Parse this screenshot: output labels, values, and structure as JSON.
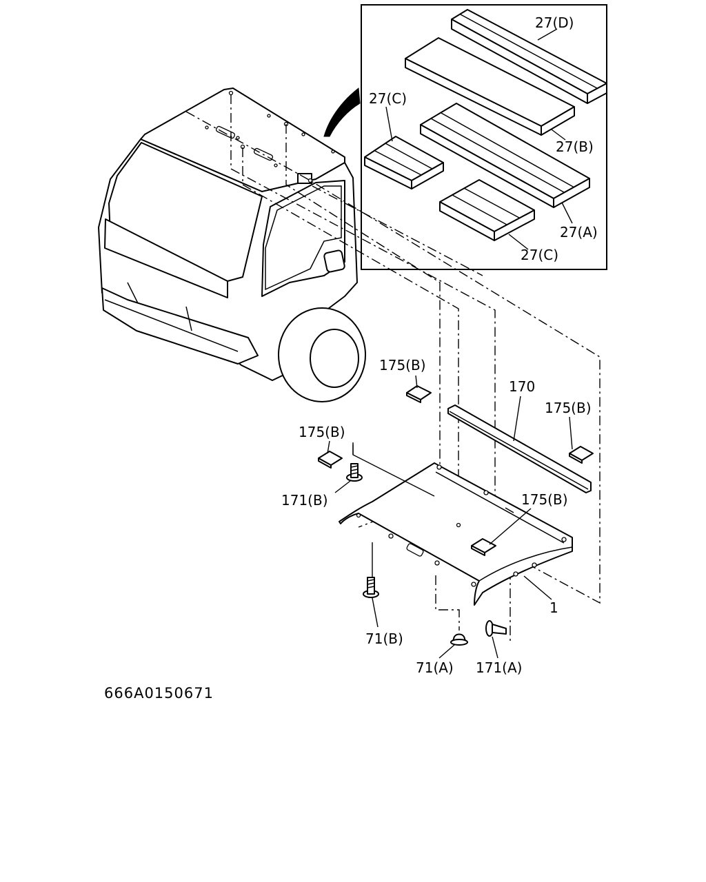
{
  "labels": {
    "p27d": "27(D)",
    "p27c_top": "27(C)",
    "p27b": "27(B)",
    "p27a": "27(A)",
    "p27c_bottom": "27(C)",
    "p175b_top": "175(B)",
    "p170": "170",
    "p175b_right": "175(B)",
    "p175b_left": "175(B)",
    "p171b": "171(B)",
    "p175b_mid": "175(B)",
    "p1": "1",
    "p71b": "71(B)",
    "p71a": "71(A)",
    "p171a": "171(A)"
  },
  "diagram_code": "666A0150671"
}
